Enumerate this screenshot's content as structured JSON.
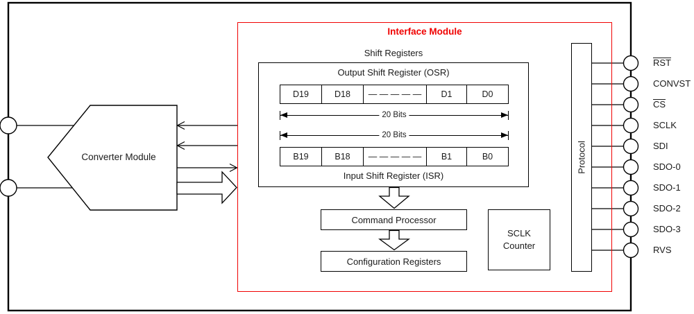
{
  "title": "Interface Module",
  "shift_registers": {
    "group_label": "Shift Registers",
    "osr_label": "Output Shift Register (OSR)",
    "isr_label": "Input Shift Register (ISR)",
    "osr_cells": [
      "D19",
      "D18",
      "— — — — —",
      "D1",
      "D0"
    ],
    "isr_cells": [
      "B19",
      "B18",
      "— — — — —",
      "B1",
      "B0"
    ],
    "osr_width_label": "20 Bits",
    "isr_width_label": "20 Bits"
  },
  "blocks": {
    "converter": "Converter Module",
    "command_processor": "Command Processor",
    "configuration_registers": "Configuration Registers",
    "sclk_counter_line1": "SCLK",
    "sclk_counter_line2": "Counter",
    "protocol": "Protocol"
  },
  "pins": [
    {
      "label": "RST",
      "overline": true
    },
    {
      "label": "CONVST",
      "overline": false
    },
    {
      "label": "CS",
      "overline": true
    },
    {
      "label": "SCLK",
      "overline": false
    },
    {
      "label": "SDI",
      "overline": false
    },
    {
      "label": "SDO-0",
      "overline": false
    },
    {
      "label": "SDO-1",
      "overline": false
    },
    {
      "label": "SDO-2",
      "overline": false
    },
    {
      "label": "SDO-3",
      "overline": false
    },
    {
      "label": "RVS",
      "overline": false
    }
  ],
  "colors": {
    "accent_red": "#f00100",
    "line": "#000000"
  }
}
